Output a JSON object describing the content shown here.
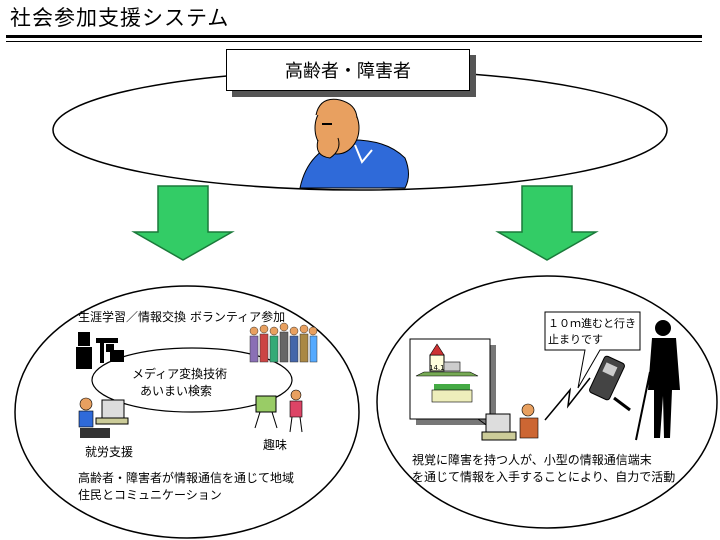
{
  "page": {
    "title": "社会参加支援システム"
  },
  "top": {
    "target_label": "高齢者・障害者"
  },
  "left_panel": {
    "activities_label": "生涯学習／情報交換 ボランティア参加",
    "center_line1": "メディア変換技術",
    "center_line2": "あいまい検索",
    "work_label": "就労支援",
    "hobby_label": "趣味",
    "caption_line1": "高齢者・障害者が情報通信を通じて地域",
    "caption_line2": "住民とコミュニケーション"
  },
  "right_panel": {
    "balloon_line1": "１０ｍ進むと行き",
    "balloon_line2": "止まりです",
    "sign_text": "14.1",
    "caption_line1": "視覚に障害を持つ人が、小型の情報通信端末",
    "caption_line2": "を通じて情報を入手することにより、自力で活動"
  },
  "colors": {
    "arrow": "#33cc66",
    "arrow_outline": "#1a7a3a",
    "shirt": "#2f6ad9",
    "skin": "#e8a060"
  }
}
